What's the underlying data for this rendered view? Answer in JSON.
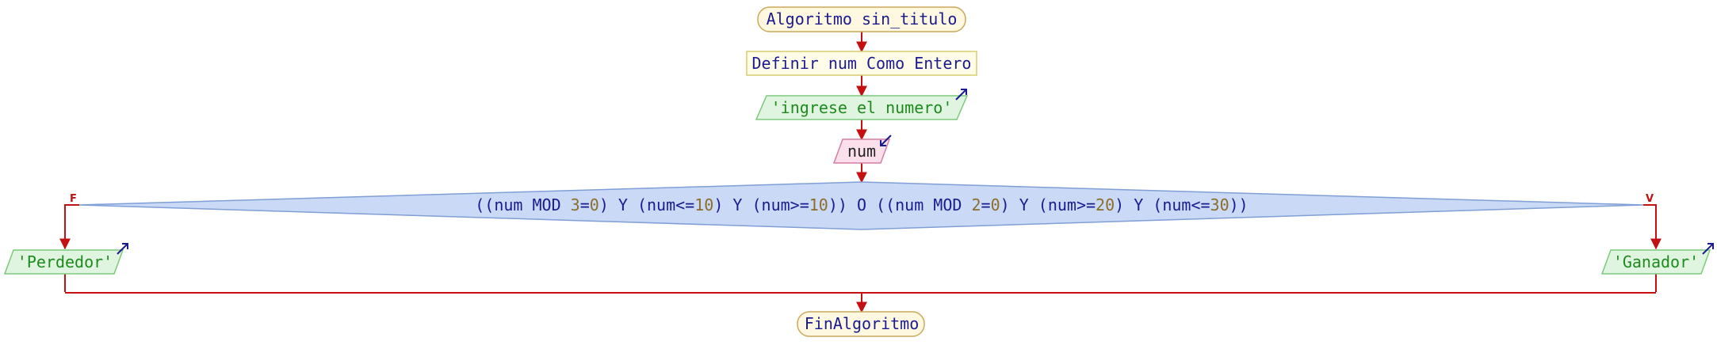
{
  "start": {
    "label": "Algoritmo sin_titulo"
  },
  "define": {
    "label": "Definir num Como Entero"
  },
  "output_prompt": {
    "label": "'ingrese el numero'"
  },
  "input_num": {
    "label": "num"
  },
  "decision": {
    "condition_parts": [
      {
        "text": "((num ",
        "kind": "code"
      },
      {
        "text": "MOD",
        "kind": "code"
      },
      {
        "text": " ",
        "kind": "code"
      },
      {
        "text": "3",
        "kind": "number"
      },
      {
        "text": "=",
        "kind": "code"
      },
      {
        "text": "0",
        "kind": "number"
      },
      {
        "text": ") Y (num<=",
        "kind": "code"
      },
      {
        "text": "10",
        "kind": "number"
      },
      {
        "text": ") Y (num>=",
        "kind": "code"
      },
      {
        "text": "10",
        "kind": "number"
      },
      {
        "text": ")) O ((num ",
        "kind": "code"
      },
      {
        "text": "MOD",
        "kind": "code"
      },
      {
        "text": " ",
        "kind": "code"
      },
      {
        "text": "2",
        "kind": "number"
      },
      {
        "text": "=",
        "kind": "code"
      },
      {
        "text": "0",
        "kind": "number"
      },
      {
        "text": ") Y (num>=",
        "kind": "code"
      },
      {
        "text": "20",
        "kind": "number"
      },
      {
        "text": ") Y (num<=",
        "kind": "code"
      },
      {
        "text": "30",
        "kind": "number"
      },
      {
        "text": "))",
        "kind": "code"
      }
    ],
    "false_label": "F",
    "true_label": "V"
  },
  "output_false": {
    "label": "'Perdedor'"
  },
  "output_true": {
    "label": "'Ganador'"
  },
  "end": {
    "label": "FinAlgoritmo"
  },
  "colors": {
    "terminal_fill": "#fef8e0",
    "terminal_stroke": "#c9a85a",
    "process_fill": "#fffde8",
    "process_stroke": "#d8cc6a",
    "output_fill": "#dff5df",
    "output_stroke": "#7cc97c",
    "input_fill": "#fbe0ec",
    "input_stroke": "#d77ca4",
    "decision_fill": "#c9d9f6",
    "decision_stroke": "#7f9fd6",
    "flow_line": "#c41010",
    "io_arrow": "#1b1b8f"
  }
}
